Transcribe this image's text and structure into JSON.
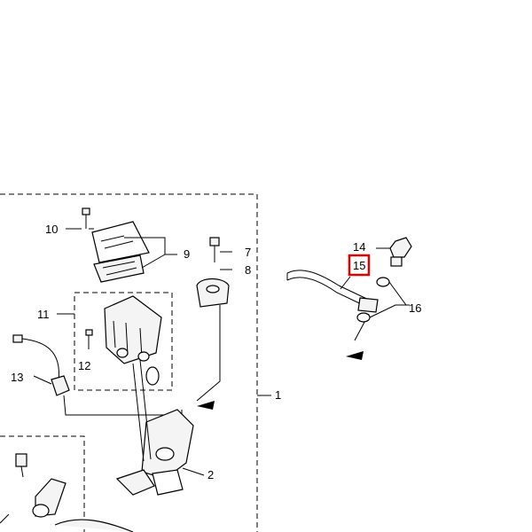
{
  "diagram": {
    "callouts": {
      "c1": "1",
      "c2": "2",
      "c7": "7",
      "c8": "8",
      "c9": "9",
      "c10": "10",
      "c11": "11",
      "c12": "12",
      "c13": "13",
      "c14": "14",
      "c15": "15",
      "c16": "16"
    },
    "highlight_color": "#e00000"
  }
}
